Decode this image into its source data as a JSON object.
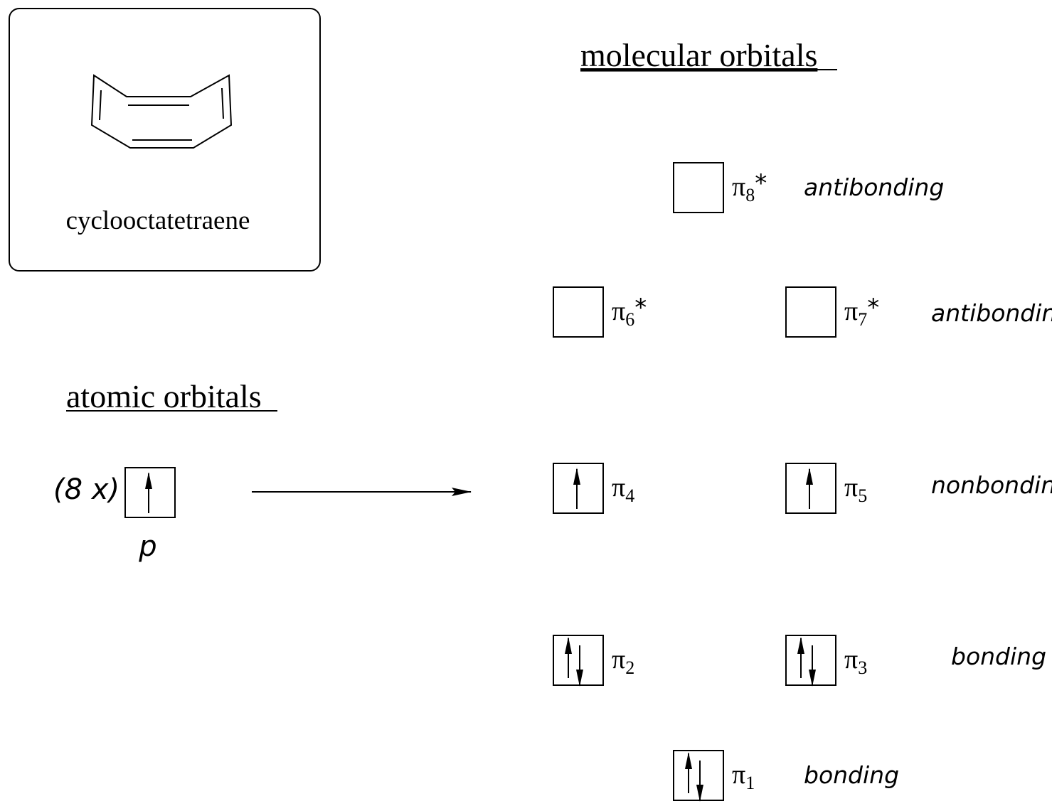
{
  "molecule": {
    "name": "cyclooctatetraene"
  },
  "headings": {
    "molecular": "molecular orbitals",
    "atomic": "atomic orbitals"
  },
  "atomic_orbital": {
    "multiplier": "(8 x)",
    "label": "p",
    "electrons": "up"
  },
  "molecular_orbitals": [
    {
      "id": "pi8",
      "symbol": "π",
      "sub": "8",
      "star": "*",
      "electrons": "empty"
    },
    {
      "id": "pi6",
      "symbol": "π",
      "sub": "6",
      "star": "*",
      "electrons": "empty"
    },
    {
      "id": "pi7",
      "symbol": "π",
      "sub": "7",
      "star": "*",
      "electrons": "empty"
    },
    {
      "id": "pi4",
      "symbol": "π",
      "sub": "4",
      "star": "",
      "electrons": "up"
    },
    {
      "id": "pi5",
      "symbol": "π",
      "sub": "5",
      "star": "",
      "electrons": "up"
    },
    {
      "id": "pi2",
      "symbol": "π",
      "sub": "2",
      "star": "",
      "electrons": "pair"
    },
    {
      "id": "pi3",
      "symbol": "π",
      "sub": "3",
      "star": "",
      "electrons": "pair"
    },
    {
      "id": "pi1",
      "symbol": "π",
      "sub": "1",
      "star": "",
      "electrons": "pair"
    }
  ],
  "level_labels": {
    "pi8": "antibonding",
    "pi67": "antibonding",
    "pi45": "nonbonding",
    "pi23": "bonding",
    "pi1": "bonding"
  },
  "colors": {
    "ink": "#000000",
    "background": "#ffffff"
  }
}
